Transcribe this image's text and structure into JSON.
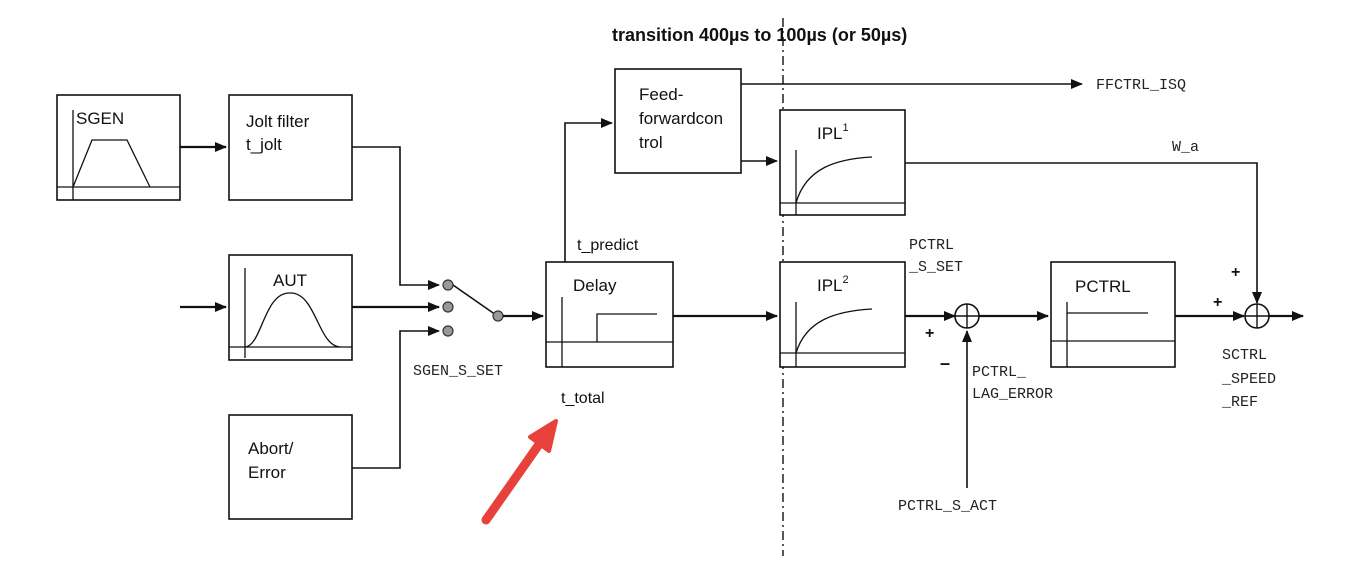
{
  "title": "transition 400µs to 100µs (or 50µs)",
  "blocks": {
    "sgen": "SGEN",
    "jolt_line1": "Jolt filter",
    "jolt_line2": "t_jolt",
    "aut": "AUT",
    "abort_line1": "Abort/",
    "abort_line2": "Error",
    "delay": "Delay",
    "ff_line1": "Feed-",
    "ff_line2": "forwardcon",
    "ff_line3": "trol",
    "ipl1": "IPL",
    "ipl1_sup": "1",
    "ipl2": "IPL",
    "ipl2_sup": "2",
    "pctrl": "PCTRL"
  },
  "signals": {
    "sgen_s_set": "SGEN_S_SET",
    "t_predict": "t_predict",
    "t_total": "t_total",
    "ffctrl_isq": "FFCTRL_ISQ",
    "w_a": "W_a",
    "pctrl_s_set_1": "PCTRL",
    "pctrl_s_set_2": "_S_SET",
    "pctrl_lag_1": "PCTRL_",
    "pctrl_lag_2": "LAG_ERROR",
    "pctrl_s_act": "PCTRL_S_ACT",
    "sctrl_1": "SCTRL",
    "sctrl_2": "_SPEED",
    "sctrl_3": "_REF"
  },
  "signs": {
    "sum1_plus": "+",
    "sum1_minus": "–",
    "sum2_plus_top": "+",
    "sum2_plus_left": "+"
  },
  "colors": {
    "line": "#111111",
    "annotation_arrow": "#e8403a"
  },
  "icons": {
    "annotation": "red-arrow-icon"
  }
}
